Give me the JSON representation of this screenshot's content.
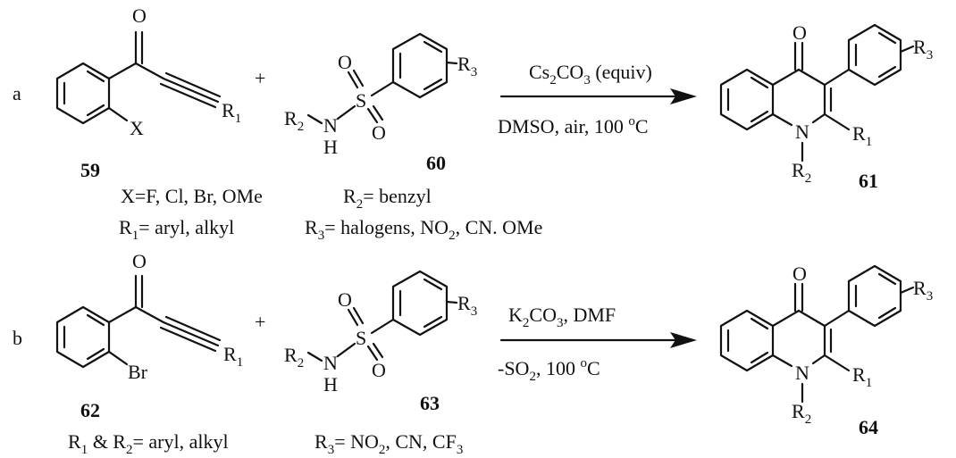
{
  "scheme_a": {
    "label": "a",
    "plus": "+",
    "reactant1": {
      "number": "59",
      "o": "O",
      "x": "X",
      "r1": "R",
      "r1_sub": "1"
    },
    "reactant2": {
      "number": "60",
      "r2": "R",
      "r2_sub": "2",
      "n": "N",
      "h": "H",
      "s": "S",
      "o_top": "O",
      "o_bottom": "O",
      "r3": "R",
      "r3_sub": "3"
    },
    "conditions_top": {
      "p1": "Cs",
      "s1": "2",
      "p2": "CO",
      "s2": "3",
      "p3": " (equiv)"
    },
    "conditions_bottom": {
      "p1": "DMSO, air, 100 ",
      "sup": "o",
      "p2": "C"
    },
    "product": {
      "number": "61",
      "o": "O",
      "n": "N",
      "r1": "R",
      "r1_sub": "1",
      "r2": "R",
      "r2_sub": "2",
      "r3": "R",
      "r3_sub": "3"
    },
    "notes": {
      "line1a": "X=F, Cl, Br, OMe",
      "line1b": {
        "p1": "R",
        "s1": "2",
        "p2": "= benzyl"
      },
      "line2a": {
        "p1": "R",
        "s1": "1",
        "p2": "= aryl, alkyl"
      },
      "line2b": {
        "p1": "R",
        "s1": "3",
        "p2": "= halogens, NO",
        "s2": "2",
        "p3": ", CN. OMe"
      }
    }
  },
  "scheme_b": {
    "label": "b",
    "plus": "+",
    "reactant1": {
      "number": "62",
      "o": "O",
      "br": "Br",
      "r1": "R",
      "r1_sub": "1"
    },
    "reactant2": {
      "number": "63",
      "r2": "R",
      "r2_sub": "2",
      "n": "N",
      "h": "H",
      "s": "S",
      "o_top": "O",
      "o_bottom": "O",
      "r3": "R",
      "r3_sub": "3"
    },
    "conditions_top": {
      "p1": "K",
      "s1": "2",
      "p2": "CO",
      "s2": "3",
      "p3": ", DMF"
    },
    "conditions_bottom": {
      "p1": "-SO",
      "s1": "2",
      "p2": ", 100 ",
      "sup": "o",
      "p3": "C"
    },
    "product": {
      "number": "64",
      "o": "O",
      "n": "N",
      "r1": "R",
      "r1_sub": "1",
      "r2": "R",
      "r2_sub": "2",
      "r3": "R",
      "r3_sub": "3"
    },
    "notes": {
      "line1a": {
        "p1": "R",
        "s1": "1",
        "p2": " & R",
        "s2": "2",
        "p3": "= aryl, alkyl"
      },
      "line1b": {
        "p1": "R",
        "s1": "3",
        "p2": "= NO",
        "s2": "2",
        "p3": ", CN, CF",
        "s3": "3"
      }
    }
  }
}
